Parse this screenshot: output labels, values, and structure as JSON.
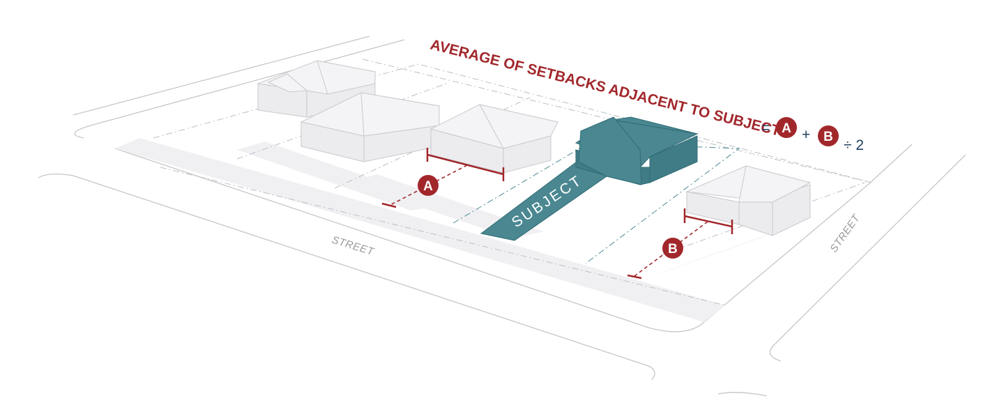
{
  "title": "AVERAGE OF SETBACKS ADJACENT TO SUBJECT",
  "formula": {
    "equals": "=",
    "plus": "+",
    "divide": "÷ 2",
    "first": "A",
    "second": "B"
  },
  "markers": {
    "a": "A",
    "b": "B"
  },
  "subject_label": "SUBJECT",
  "streets": {
    "front": "STREET",
    "side": "STREET"
  },
  "colors": {
    "accent_red": "#a1272b",
    "subject_teal": "#4a8791",
    "formula_navy": "#1f3f5f",
    "house_gray": "#f4f4f6"
  }
}
